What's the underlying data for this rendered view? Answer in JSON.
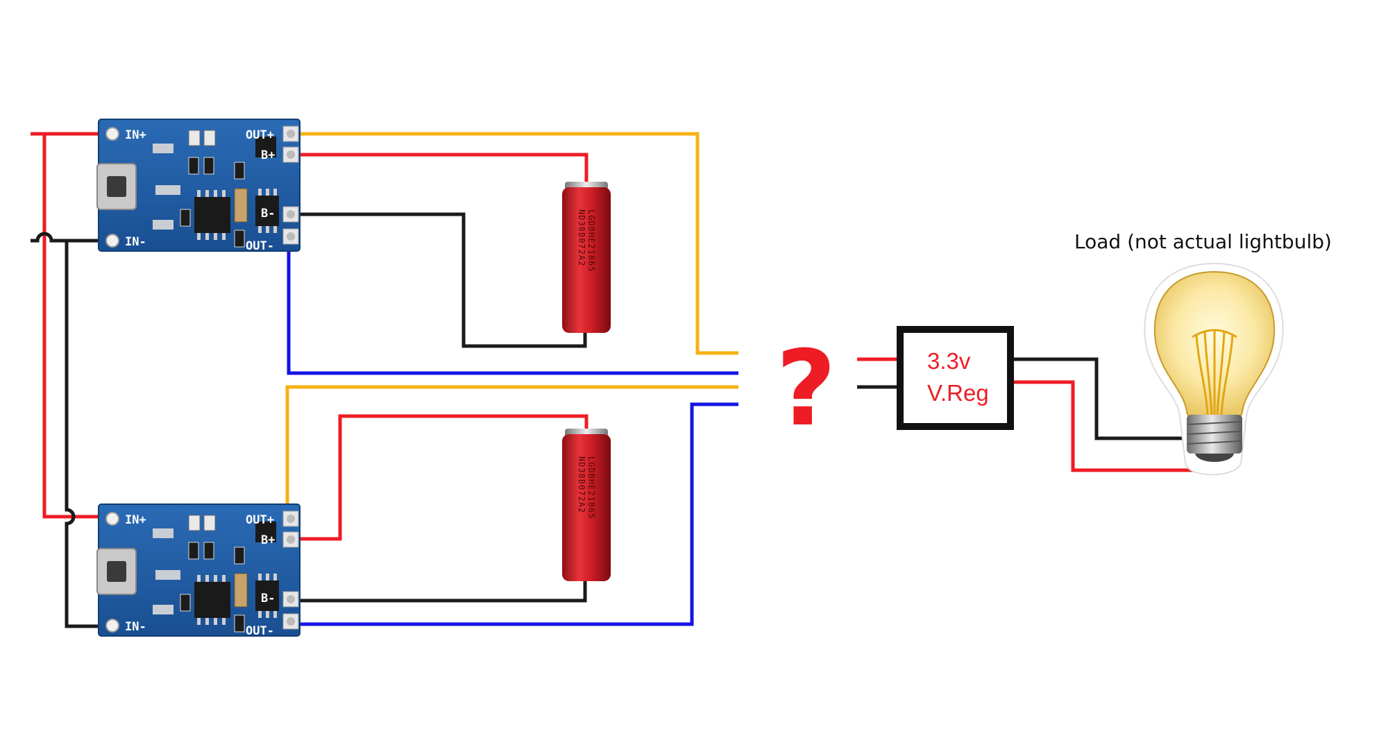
{
  "colors": {
    "red": "#ee1c24",
    "black": "#1a1a1a",
    "blue": "#1414e6",
    "orange": "#f5b214",
    "pcb": "#1f5fa8",
    "cell": "#cf1e26"
  },
  "modules": [
    {
      "pins": {
        "in_plus": "IN+",
        "in_minus": "IN-",
        "out_plus": "OUT+",
        "b_plus": "B+",
        "b_minus": "B-",
        "out_minus": "OUT-"
      }
    },
    {
      "pins": {
        "in_plus": "IN+",
        "in_minus": "IN-",
        "out_plus": "OUT+",
        "b_plus": "B+",
        "b_minus": "B-",
        "out_minus": "OUT-"
      }
    }
  ],
  "cells": [
    {
      "marking_1": "LGDBHE21865",
      "marking_2": "ND38B072A2"
    },
    {
      "marking_1": "LGDBHE21865",
      "marking_2": "ND38B072A2"
    }
  ],
  "question_mark": "?",
  "regulator": {
    "line1": "3.3v",
    "line2": "V.Reg"
  },
  "load": {
    "label": "Load (not actual lightbulb)",
    "icon": "lightbulb-icon"
  }
}
